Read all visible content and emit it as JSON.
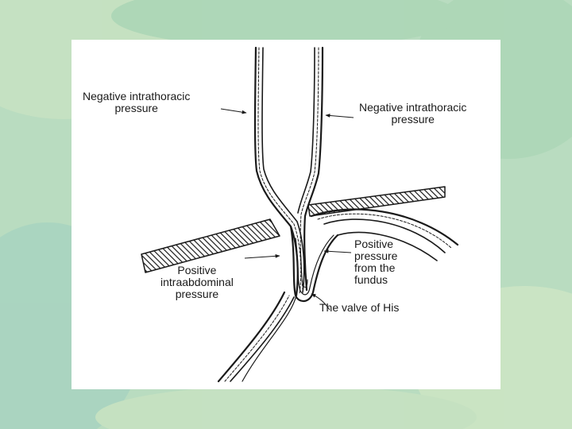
{
  "background": {
    "base_color": "#b9dcc0",
    "mottle_colors": [
      "#a6d3b0",
      "#cfe6c3",
      "#9fcfc0",
      "#d9ebc6"
    ]
  },
  "figure": {
    "ink_color": "#1a1a1a",
    "labels": {
      "neg_left": [
        "Negative intrathoracic",
        "pressure"
      ],
      "neg_right": [
        "Negative intrathoracic",
        "pressure"
      ],
      "pos_intra": [
        "Positive",
        "intraabdominal",
        "pressure"
      ],
      "pos_fundus": [
        "Positive",
        "pressure",
        "from the",
        "fundus"
      ],
      "valve": "The valve of His"
    }
  }
}
